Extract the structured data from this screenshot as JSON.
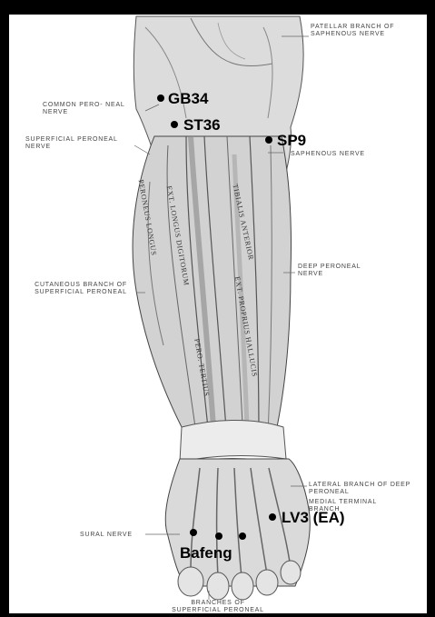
{
  "acupoints": [
    {
      "id": "gb34",
      "label": "GB34"
    },
    {
      "id": "st36",
      "label": "ST36"
    },
    {
      "id": "sp9",
      "label": "SP9"
    },
    {
      "id": "lv3",
      "label": "LV3 (EA)"
    },
    {
      "id": "bafeng",
      "label": "Bafeng"
    }
  ],
  "nerve_labels": {
    "patellar": "PATELLAR BRANCH OF SAPHENOUS NERVE",
    "common_peroneal": "COMMON PERO- NEAL NERVE",
    "superficial_peroneal": "SUPERFICIAL PERONEAL NERVE",
    "saphenous": "SAPHENOUS NERVE",
    "deep_peroneal": "DEEP PERONEAL NERVE",
    "cutaneous_branch": "CUTANEOUS BRANCH OF SUPERFICIAL PERONEAL",
    "lateral_branch": "LATERAL BRANCH OF DEEP PERONEAL",
    "medial_terminal": "MEDIAL TERMINAL BRANCH",
    "sural": "SURAL NERVE",
    "branches_superficial": "BRANCHES OF SUPERFICIAL PERONEAL"
  },
  "muscle_labels": {
    "ext_longus": "EXT. LONGUS DIGITORUM",
    "peroneus": "PERONEUS LONGUS",
    "tibialis": "TIBIALIS ANTERIOR",
    "proprius": "EXT. PROPRIUS HALLUCIS",
    "tertius": "PERO. TERTIUS"
  }
}
